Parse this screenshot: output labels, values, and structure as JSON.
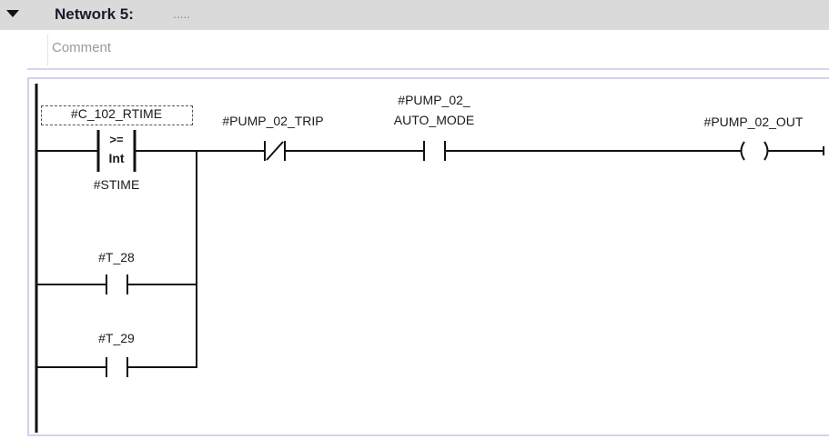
{
  "network": {
    "title": "Network 5:",
    "title_placeholder": ".....",
    "comment_placeholder": "Comment"
  },
  "ladder": {
    "compare": {
      "operand1": "#C_102_RTIME",
      "operator": ">=",
      "type": "Int",
      "operand2": "#STIME"
    },
    "contact_t28": "#T_28",
    "contact_t29": "#T_29",
    "contact_trip": "#PUMP_02_TRIP",
    "contact_auto_line1": "#PUMP_02_",
    "contact_auto_line2": "AUTO_MODE",
    "coil": "#PUMP_02_OUT"
  }
}
